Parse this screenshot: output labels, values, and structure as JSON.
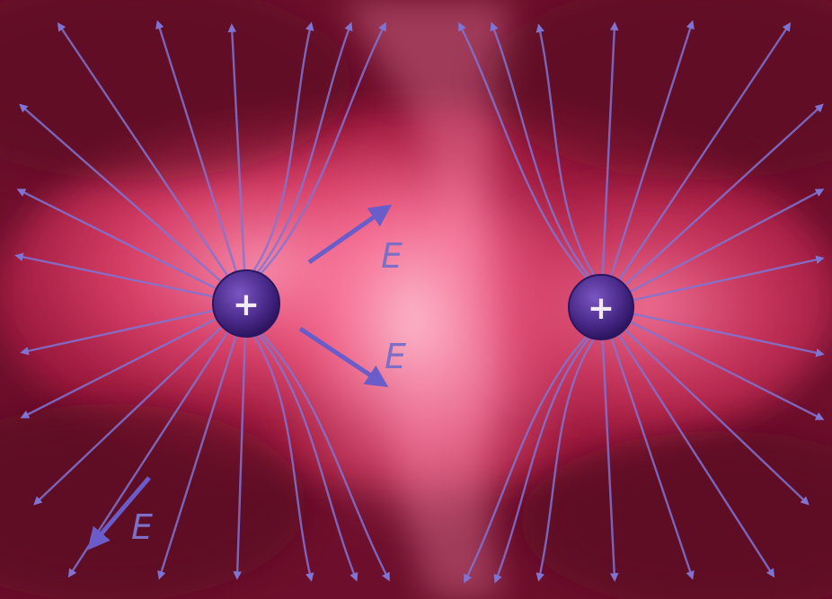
{
  "charges": [
    {
      "id": "left",
      "sign": "+"
    },
    {
      "id": "right",
      "sign": "+"
    }
  ],
  "field_vector_labels": [
    {
      "id": "upper",
      "text": "E"
    },
    {
      "id": "lower",
      "text": "E"
    },
    {
      "id": "bottom-left",
      "text": "E"
    }
  ],
  "colors": {
    "background_dark": "#6d0f2c",
    "background_glow": "#f0557a",
    "background_core": "#ffb0c8",
    "field_line": "#7f74d4",
    "field_vector": "#6a5cc9",
    "charge_fill": "#4a2a8a",
    "charge_rim": "#2c1560",
    "charge_sign": "#f3eaf6"
  }
}
